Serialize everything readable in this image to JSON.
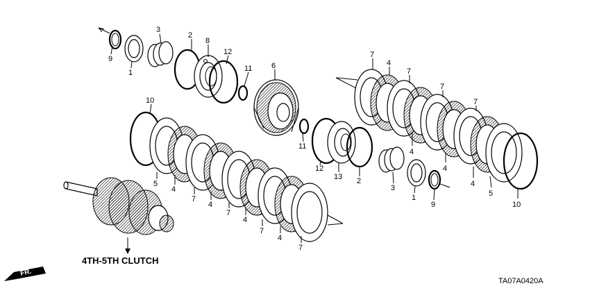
{
  "assembly_title": "4TH-5TH CLUTCH",
  "drawing_code": "TA07A0420A",
  "direction_label": "FR.",
  "callouts": [
    {
      "id": "c9a",
      "text": "9"
    },
    {
      "id": "c1a",
      "text": "1"
    },
    {
      "id": "c3a",
      "text": "3"
    },
    {
      "id": "c2a",
      "text": "2"
    },
    {
      "id": "c8",
      "text": "8"
    },
    {
      "id": "c12a",
      "text": "12"
    },
    {
      "id": "c11a",
      "text": "11"
    },
    {
      "id": "c6",
      "text": "6"
    },
    {
      "id": "c10a",
      "text": "10"
    },
    {
      "id": "c11b",
      "text": "11"
    },
    {
      "id": "c12b",
      "text": "12"
    },
    {
      "id": "c13",
      "text": "13"
    },
    {
      "id": "c2b",
      "text": "2"
    },
    {
      "id": "c3b",
      "text": "3"
    },
    {
      "id": "c1b",
      "text": "1"
    },
    {
      "id": "c9b",
      "text": "9"
    },
    {
      "id": "c7a",
      "text": "7"
    },
    {
      "id": "c4a",
      "text": "4"
    },
    {
      "id": "c7b",
      "text": "7"
    },
    {
      "id": "c7c",
      "text": "7"
    },
    {
      "id": "c7d",
      "text": "7"
    },
    {
      "id": "c4b",
      "text": "4"
    },
    {
      "id": "c4c",
      "text": "4"
    },
    {
      "id": "c4d",
      "text": "4"
    },
    {
      "id": "c5a",
      "text": "5"
    },
    {
      "id": "c10b",
      "text": "10"
    },
    {
      "id": "c5b",
      "text": "5"
    },
    {
      "id": "c4e",
      "text": "4"
    },
    {
      "id": "c7e",
      "text": "7"
    },
    {
      "id": "c4f",
      "text": "4"
    },
    {
      "id": "c7f",
      "text": "7"
    },
    {
      "id": "c4g",
      "text": "4"
    },
    {
      "id": "c7g",
      "text": "7"
    },
    {
      "id": "c4h",
      "text": "4"
    },
    {
      "id": "c7h",
      "text": "7"
    }
  ]
}
